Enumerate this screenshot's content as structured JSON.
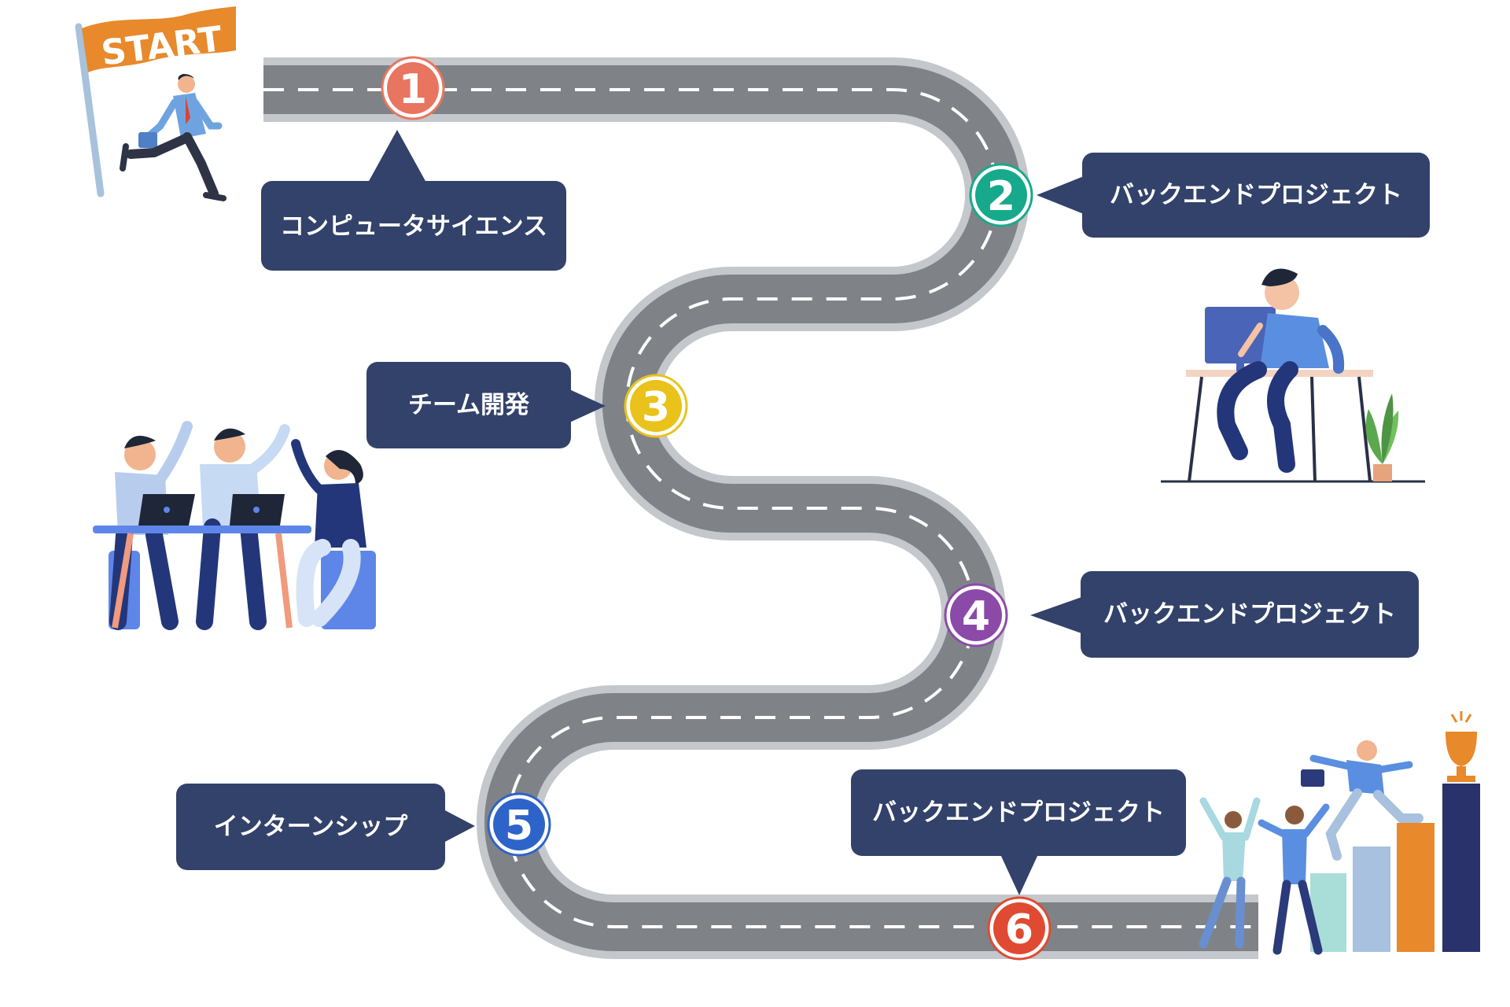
{
  "start_flag": {
    "label": "START",
    "color": "#e8892b"
  },
  "road": {
    "edge_color": "#c4c7cb",
    "surface_color": "#7f8387",
    "dash_color": "#ffffff"
  },
  "callout_color": "#33426a",
  "milestones": [
    {
      "number": "1",
      "label": "コンピュータサイエンス",
      "color": "#e8755f"
    },
    {
      "number": "2",
      "label": "バックエンドプロジェクト",
      "color": "#17a98b"
    },
    {
      "number": "3",
      "label": "チーム開発",
      "color": "#e9c21b"
    },
    {
      "number": "4",
      "label": "バックエンドプロジェクト",
      "color": "#8c4aa8"
    },
    {
      "number": "5",
      "label": "インターンシップ",
      "color": "#2e63c9"
    },
    {
      "number": "6",
      "label": "バックエンドプロジェクト",
      "color": "#e04a32"
    }
  ],
  "illustrations": {
    "runner": "runner-illustration",
    "developer": "developer-at-desk-illustration",
    "team": "team-high-five-illustration",
    "winners": "winners-podium-illustration"
  }
}
